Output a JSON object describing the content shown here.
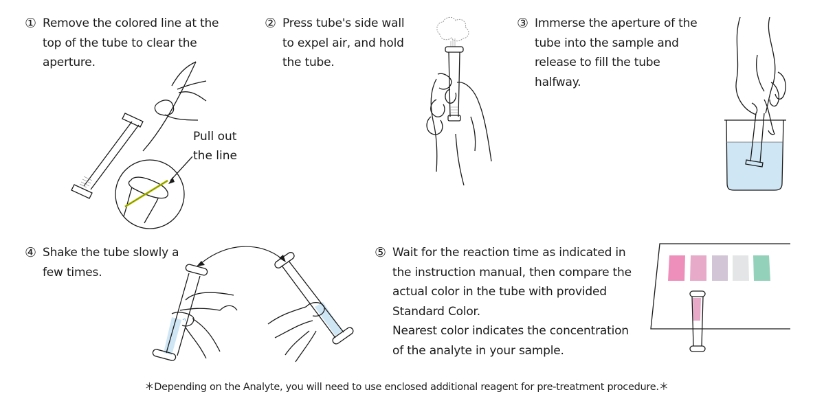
{
  "steps": [
    {
      "number": "①",
      "lines": [
        "Remove the colored line at the",
        "top of the tube to clear the",
        "aperture."
      ],
      "callout": [
        "Pull out",
        "the line"
      ]
    },
    {
      "number": "②",
      "lines": [
        "Press tube's side wall",
        "to expel air, and hold",
        "the tube."
      ]
    },
    {
      "number": "③",
      "lines": [
        "Immerse the aperture of the",
        "tube into the sample and",
        "release to fill the tube",
        "halfway."
      ]
    },
    {
      "number": "④",
      "lines": [
        "Shake the tube slowly a",
        "few times."
      ]
    },
    {
      "number": "⑤",
      "lines": [
        "Wait for the reaction time as indicated in",
        "the instruction manual, then compare the",
        "actual color in the tube with provided",
        "Standard Color.",
        "Nearest color indicates the concentration",
        "of the analyte in your sample."
      ]
    }
  ],
  "colors": {
    "line_stroke": "#1a1a1a",
    "pull_line": "#b5c400",
    "liquid": "#cfe6f4",
    "tube_result": "#e8a9c8",
    "standard_colors": [
      "#ee8fbb",
      "#e7aac9",
      "#d2c5d6",
      "#e3e5e7",
      "#93d1ba"
    ]
  },
  "footnote": "＊Depending on the Analyte, you will need to use enclosed additional reagent for pre-treatment procedure.＊"
}
